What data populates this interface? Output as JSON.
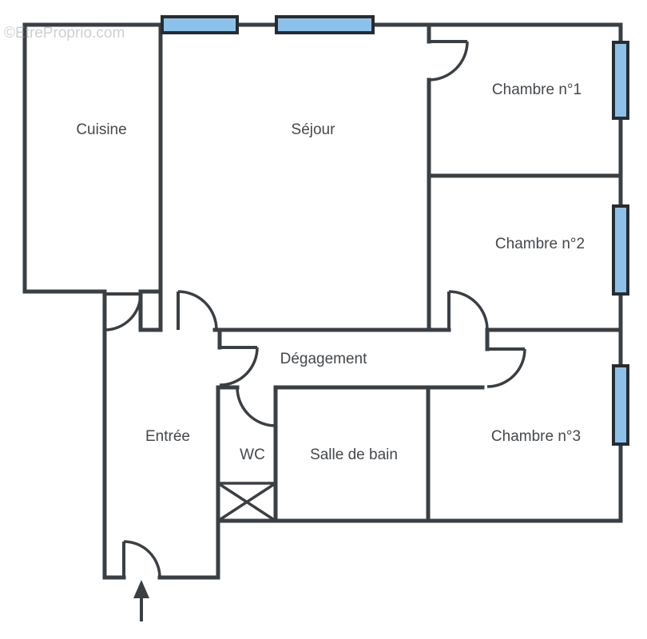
{
  "plan": {
    "watermark": "©EtreProprio.com",
    "rooms": {
      "cuisine": {
        "label": "Cuisine"
      },
      "sejour": {
        "label": "Séjour"
      },
      "chambre1": {
        "label": "Chambre n°1"
      },
      "chambre2": {
        "label": "Chambre n°2"
      },
      "chambre3": {
        "label": "Chambre n°3"
      },
      "degagement": {
        "label": "Dégagement"
      },
      "entree": {
        "label": "Entrée"
      },
      "wc": {
        "label": "WC"
      },
      "salle_de_bain": {
        "label": "Salle de bain"
      }
    },
    "colors": {
      "wall": "#3a3f44",
      "window_fill": "#8cc2e9",
      "window_border": "#272c31",
      "label_text": "#44484c",
      "watermark": "#9aa0a6",
      "background": "#ffffff"
    }
  }
}
